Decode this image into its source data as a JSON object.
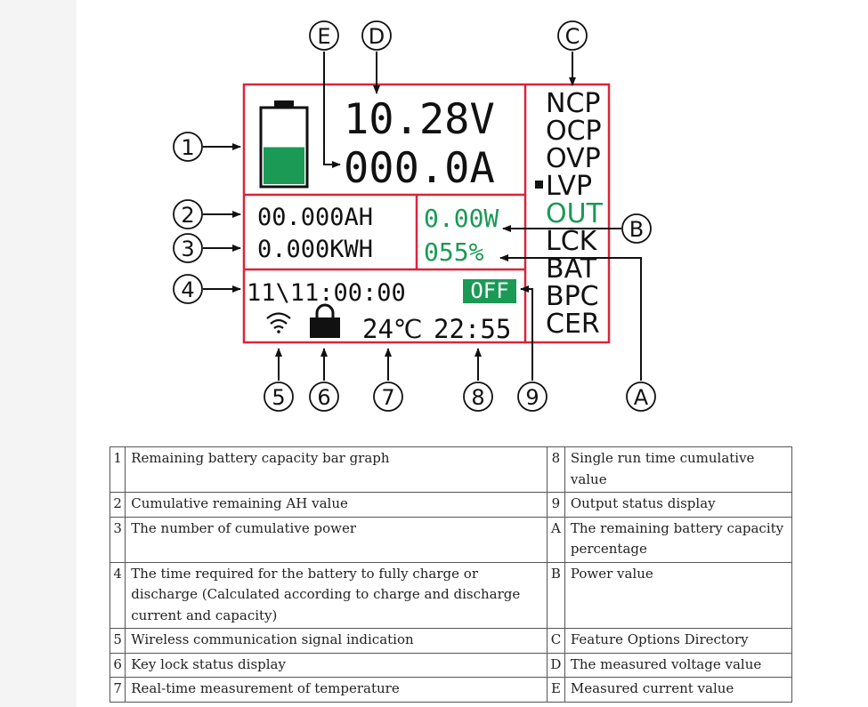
{
  "lcd": {
    "voltage": "10.28V",
    "current": "000.0A",
    "amp_hours": "00.000AH",
    "kwh": "0.000KWH",
    "power": "0.00W",
    "percent": "055%",
    "timer": "11\\11:00:00",
    "output_status": "OFF",
    "temperature": "24℃",
    "runtime": "22:55",
    "battery_fill_fraction": 0.5,
    "menu_selected": "LVP",
    "menu": [
      {
        "label": "NCP",
        "color": "#111111"
      },
      {
        "label": "OCP",
        "color": "#111111"
      },
      {
        "label": "OVP",
        "color": "#111111"
      },
      {
        "label": "LVP",
        "color": "#111111"
      },
      {
        "label": "OUT",
        "color": "#1a9a55"
      },
      {
        "label": "LCK",
        "color": "#111111"
      },
      {
        "label": "BAT",
        "color": "#111111"
      },
      {
        "label": "BPC",
        "color": "#111111"
      },
      {
        "label": "CER",
        "color": "#111111"
      }
    ],
    "colors": {
      "frame": "#d8253a",
      "accent_green": "#1a9a55",
      "text": "#111111"
    }
  },
  "callouts": {
    "n1": "1",
    "n2": "2",
    "n3": "3",
    "n4": "4",
    "n5": "5",
    "n6": "6",
    "n7": "7",
    "n8": "8",
    "n9": "9",
    "A": "A",
    "B": "B",
    "C": "C",
    "D": "D",
    "E": "E"
  },
  "legend": [
    {
      "k1": "1",
      "d1": "Remaining battery capacity bar graph",
      "k2": "8",
      "d2": "Single run time cumulative value"
    },
    {
      "k1": "2",
      "d1": "Cumulative remaining AH value",
      "k2": "9",
      "d2": "Output status display"
    },
    {
      "k1": "3",
      "d1": "The number of cumulative power",
      "k2": "A",
      "d2": "The remaining battery capacity percentage"
    },
    {
      "k1": "4",
      "d1": "The time required for the battery to fully charge or discharge (Calculated according to charge and discharge current and capacity)",
      "k2": "B",
      "d2": "Power value"
    },
    {
      "k1": "5",
      "d1": "Wireless communication signal indication",
      "k2": "C",
      "d2": "Feature Options Directory"
    },
    {
      "k1": "6",
      "d1": "Key lock status display",
      "k2": "D",
      "d2": "The measured voltage value"
    },
    {
      "k1": "7",
      "d1": "Real-time measurement of temperature",
      "k2": "E",
      "d2": "Measured current value"
    }
  ],
  "icons": {
    "battery": "battery-icon",
    "wifi": "wifi-icon",
    "lock": "lock-icon"
  }
}
